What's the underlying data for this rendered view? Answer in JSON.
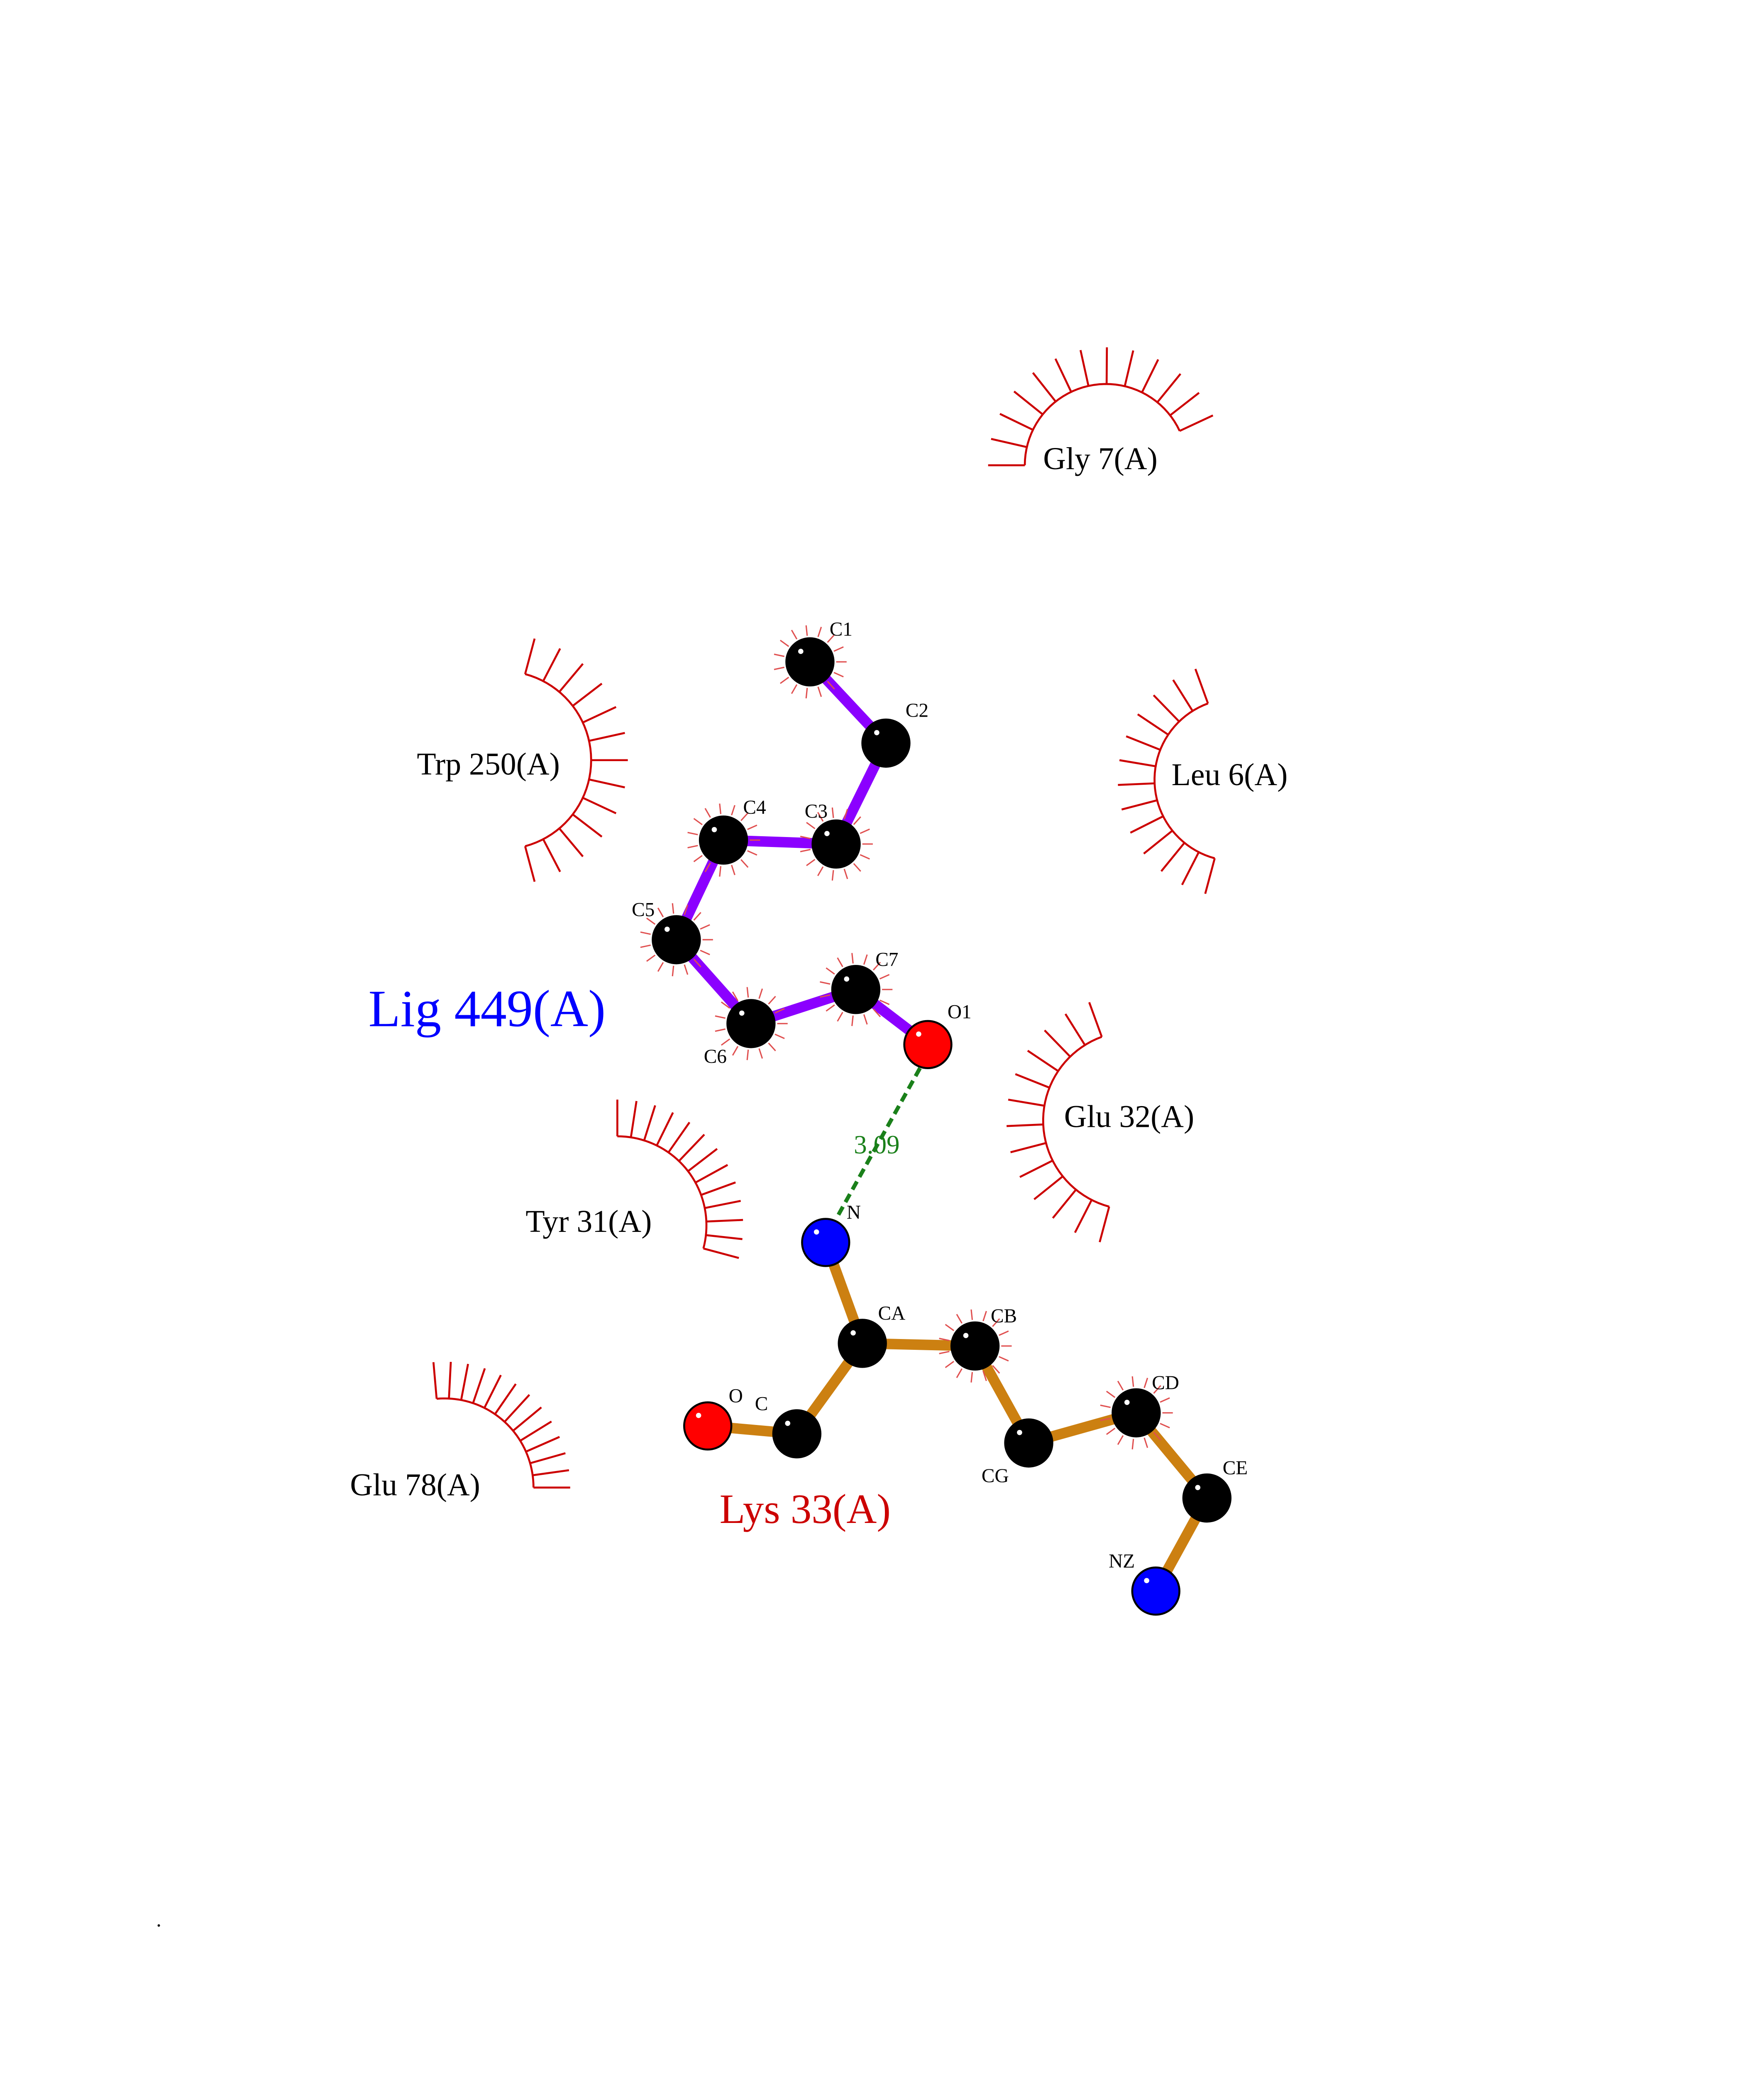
{
  "ligand": {
    "label": "Lig 449(A)",
    "atoms": [
      "C1",
      "C2",
      "C3",
      "C4",
      "C5",
      "C6",
      "C7",
      "O1"
    ],
    "color": "#8b00ff"
  },
  "residue": {
    "label": "Lys 33(A)",
    "atoms": [
      "N",
      "CA",
      "CB",
      "CG",
      "CD",
      "CE",
      "NZ",
      "C",
      "O"
    ],
    "color": "#cc8011"
  },
  "hbond": {
    "distance": "3.09",
    "color": "#1a801a"
  },
  "hydrophobic_contacts": [
    {
      "label": "Gly 7(A)"
    },
    {
      "label": "Leu 6(A)"
    },
    {
      "label": "Trp 250(A)"
    },
    {
      "label": "Glu 32(A)"
    },
    {
      "label": "Tyr 31(A)"
    },
    {
      "label": "Glu 78(A)"
    }
  ],
  "colors": {
    "carbon": "#000000",
    "oxygen": "#ff0000",
    "nitrogen": "#0000ff",
    "contact": "#cc0000",
    "ligand_label": "#0000ff",
    "residue_label": "#cc0000"
  },
  "footer_mark": "."
}
